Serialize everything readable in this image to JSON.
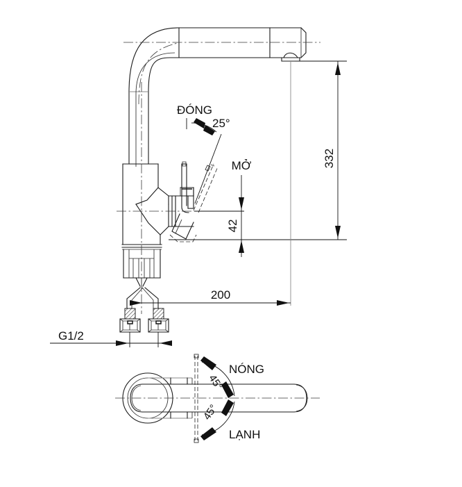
{
  "document": {
    "type": "technical-drawing",
    "subject": "kitchen mixer faucet dimension drawing",
    "views": [
      "front-elevation",
      "top-plan"
    ],
    "units": "mm",
    "background_color": "#ffffff",
    "line_color": "#111111"
  },
  "labels": {
    "dong": "ĐÓNG",
    "mo": "MỞ",
    "nong": "NÓNG",
    "lanh": "LẠNH",
    "thread": "G1/2"
  },
  "dimensions": {
    "height_total": "332",
    "spout_reach": "200",
    "handle_height": "42",
    "angle_handle": "25°",
    "angle_hot": "45°",
    "angle_cold": "45°"
  },
  "annotations": [
    {
      "name": "handle-close-label",
      "text": "ĐÓNG",
      "meaning": "close"
    },
    {
      "name": "handle-open-label",
      "text": "MỞ",
      "meaning": "open"
    },
    {
      "name": "hot-label",
      "text": "NÓNG",
      "meaning": "hot"
    },
    {
      "name": "cold-label",
      "text": "LẠNH",
      "meaning": "cold"
    },
    {
      "name": "thread-label",
      "text": "G1/2",
      "meaning": "inlet thread size"
    }
  ]
}
